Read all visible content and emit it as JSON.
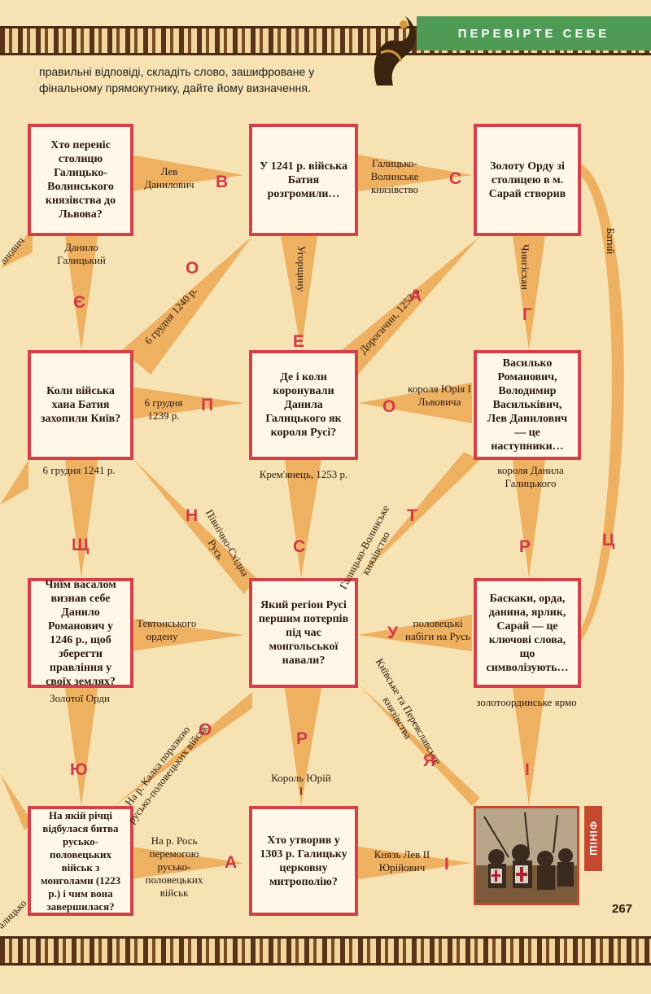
{
  "header": {
    "section_title": "ПЕРЕВІРТЕ СЕБЕ"
  },
  "intro": {
    "text": "правильні відповіді, складіть слово, зашифроване у фінальному прямокутнику, дайте йому визначення."
  },
  "boxes": {
    "q1": "Хто переніс столицю Галицько-Волинського князівства до Львова?",
    "q2": "У 1241 р. війська Батия розгромили…",
    "q3": "Золоту Орду зі столицею в м. Сарай створив",
    "q4": "Коли війська хана Батия захопили Київ?",
    "q5": "Де і коли коронували Данила Галицького як короля Русі?",
    "q6": "Василько Романович, Володимир Васильківич, Лев Данилович — це наступники…",
    "q7": "Чиїм васалом визнав себе Данило Романович у 1246 р., щоб зберегти правління у своїх землях?",
    "q8": "Який регіон Русі першим потерпів під час монгольської навали?",
    "q9": "Баскаки, орда, данина, ярлик, Сарай — це ключові слова, що символізують…",
    "q10": "На якій річці відбулася битва русько-половецьких військ з монголами (1223 р.) і чим вона завершилася?",
    "q11": "Хто утворив у 1303 р. Галицьку церковну митрополію?",
    "final_label": "ФІНІШ"
  },
  "labels": {
    "a1": "Лев Данилович",
    "a2": "Галицько-Волинське князівство",
    "a3": "Данило Галицький",
    "a4": "6 грудня 1240 р.",
    "a5": "Угорщину",
    "a6": "Дорогичин, 1253 р.",
    "a7": "Чингісхан",
    "a8": "Батий",
    "a9": "6 грудня 1239 р.",
    "a10": "короля Юрія І Львовича",
    "a11": "6 грудня 1241 р.",
    "a12": "Крем'янець, 1253 р.",
    "a13": "короля Данила Галицького",
    "a14": "Північно-Східна Русь",
    "a15": "Галицько-Волинське князівство",
    "a16": "Тевтонського ордену",
    "a17": "половецькі набіги на Русь",
    "a18": "Золотої Орди",
    "a19": "Київське та Переяславське князівства",
    "a20": "золотоординське ярмо",
    "a21": "На р. Калка поразкою русько-половецьких військ",
    "a22": "Король Юрій І",
    "a23": "На р. Рось перемогою русько-половецьких військ",
    "a24": "Князь Лев II Юрійович",
    "a25": "анович",
    "a26": "алицько"
  },
  "letters": [
    "В",
    "С",
    "О",
    "Є",
    "Е",
    "А",
    "Г",
    "Ц",
    "П",
    "О",
    "Н",
    "Т",
    "Щ",
    "С",
    "Р",
    "У",
    "О",
    "Я",
    "Ю",
    "Р",
    "А",
    "І",
    "І"
  ],
  "page_number": "267",
  "colors": {
    "ray": "#eeb061",
    "box_border": "#d2404a",
    "letter": "#d03a48",
    "header": "#4f9a55"
  }
}
